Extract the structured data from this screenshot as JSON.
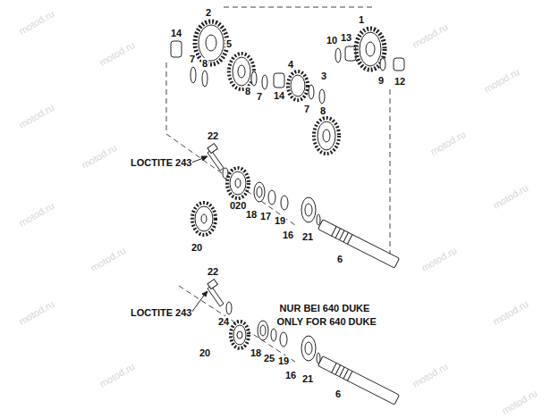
{
  "diagram": {
    "labels": [
      "14",
      "2",
      "7",
      "8",
      "5",
      "8",
      "7",
      "14",
      "4",
      "7",
      "8",
      "3",
      "10",
      "13",
      "1",
      "9",
      "12",
      "22",
      "LOCTITE 243",
      "020",
      "18",
      "17",
      "19",
      "20",
      "16",
      "21",
      "6",
      "22",
      "LOCTITE 243",
      "24",
      "NUR BEI 640 DUKE",
      "ONLY FOR 640 DUKE",
      "20",
      "18",
      "25",
      "19",
      "16",
      "21",
      "6",
      "motod.ru",
      "motod.ru",
      "motod.ru",
      "motod.ru",
      "motod.ru",
      "motod.ru",
      "motod.ru",
      "motod.ru",
      "motod.ru",
      "motod.ru",
      "motod.ru",
      "motod.ru",
      "motod.ru",
      "motod.ru",
      "motod.ru",
      "motod.ru"
    ]
  }
}
